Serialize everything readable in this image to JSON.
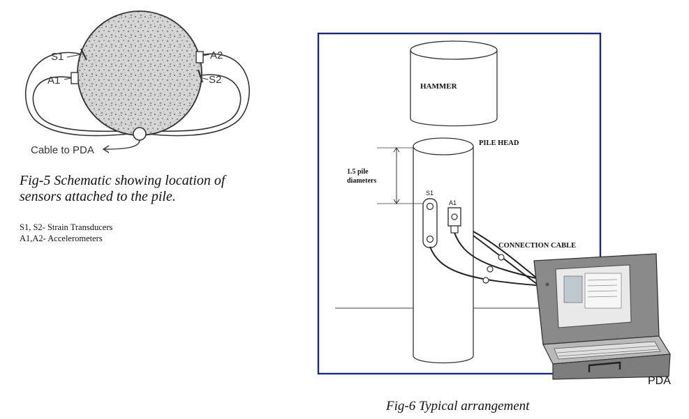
{
  "fig5": {
    "labels": {
      "s1": "S1",
      "a1": "A1",
      "a2": "A2",
      "s2": "S2",
      "cable": "Cable to PDA"
    },
    "caption_line1": "Fig-5  Schematic showing location of",
    "caption_line2": "sensors attached to the pile.",
    "legend": [
      "S1, S2-  Strain Transducers",
      "A1,A2- Accelerometers"
    ]
  },
  "fig6": {
    "labels": {
      "hammer": "HAMMER",
      "pile_head": "PILE HEAD",
      "distance_line1": "1.5 pile",
      "distance_line2": "diameters",
      "s1": "S1",
      "a1": "A1",
      "connection_cable": "CONNECTION CABLE",
      "pda": "PDA"
    },
    "caption": "Fig-6 Typical arrangement"
  },
  "colors": {
    "frame": "#1a2a8a",
    "line": "#222222"
  }
}
